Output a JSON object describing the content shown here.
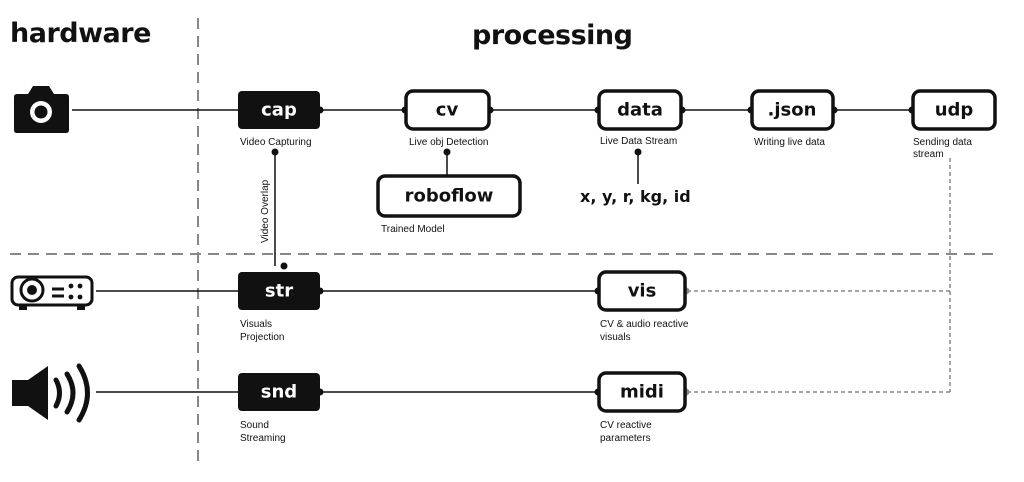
{
  "headings": {
    "hardware": "hardware",
    "processing": "processing"
  },
  "nodes": {
    "cap": {
      "label": "cap",
      "caption": "Video Capturing"
    },
    "cv": {
      "label": "cv",
      "caption": "Live obj Detection"
    },
    "data": {
      "label": "data",
      "caption": "Live Data Stream"
    },
    "json": {
      "label": ".json",
      "caption": "Writing live data"
    },
    "udp": {
      "label": "udp",
      "caption_lines": [
        "Sending data",
        "stream"
      ]
    },
    "roboflow": {
      "label": "roboflow",
      "caption": "Trained Model"
    },
    "str": {
      "label": "str",
      "caption_lines": [
        "Visuals",
        "Projection"
      ]
    },
    "vis": {
      "label": "vis",
      "caption_lines": [
        "CV & audio reactive",
        "visuals"
      ]
    },
    "snd": {
      "label": "snd",
      "caption_lines": [
        "Sound",
        "Streaming"
      ]
    },
    "midi": {
      "label": "midi",
      "caption_lines": [
        "CV reactive",
        "parameters"
      ]
    }
  },
  "data_fields": "x, y, r, kg, id",
  "overlap_label": "Video Overlap",
  "icons": {
    "camera": "camera-icon",
    "projector": "projector-icon",
    "speaker": "speaker-icon"
  }
}
